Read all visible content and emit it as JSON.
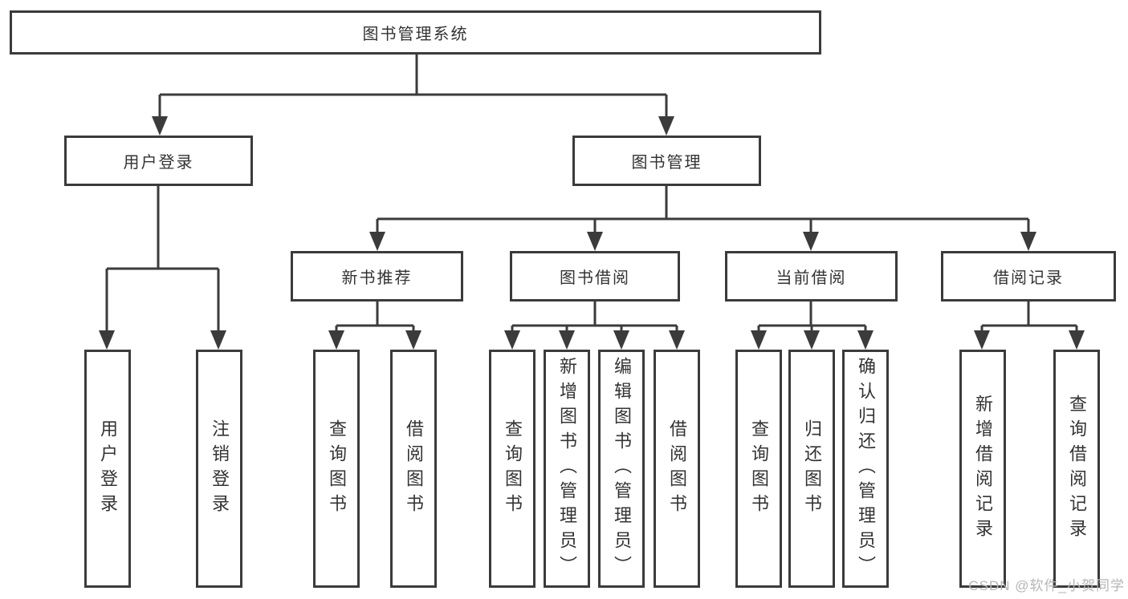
{
  "diagram": {
    "title": "图书管理系统",
    "nodes": {
      "root": "图书管理系统",
      "user_login": "用户登录",
      "book_mgmt": "图书管理",
      "new_book_rec": "新书推荐",
      "book_borrow": "图书借阅",
      "current_borrow": "当前借阅",
      "borrow_records": "借阅记录",
      "leaf_user_login": "用户登录",
      "leaf_logout": "注销登录",
      "leaf_query_book_a": "查询图书",
      "leaf_borrow_book_a": "借阅图书",
      "leaf_query_book_b": "查询图书",
      "leaf_add_book": "新增图书（管理员）",
      "leaf_edit_book": "编辑图书（管理员）",
      "leaf_borrow_book_b": "借阅图书",
      "leaf_query_book_c": "查询图书",
      "leaf_return_book": "归还图书",
      "leaf_confirm_return": "确认归还（管理员）",
      "leaf_add_record": "新增借阅记录",
      "leaf_query_record": "查询借阅记录"
    },
    "hierarchy": {
      "图书管理系统": {
        "用户登录": [
          "用户登录",
          "注销登录"
        ],
        "图书管理": {
          "新书推荐": [
            "查询图书",
            "借阅图书"
          ],
          "图书借阅": [
            "查询图书",
            "新增图书（管理员）",
            "编辑图书（管理员）",
            "借阅图书"
          ],
          "当前借阅": [
            "查询图书",
            "归还图书",
            "确认归还（管理员）"
          ],
          "借阅记录": [
            "新增借阅记录",
            "查询借阅记录"
          ]
        }
      }
    },
    "colors": {
      "line": "#3b3b3b",
      "text": "#333333",
      "box_background": "#ffffff",
      "watermark": "#b5b5b5"
    },
    "watermark": "CSDN @软件_小贺同学"
  }
}
